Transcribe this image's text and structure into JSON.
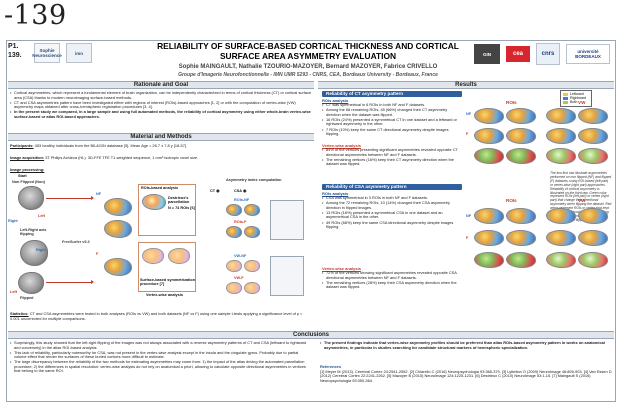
{
  "page_label": "-139",
  "poster_id": [
    "P1.",
    "139."
  ],
  "logos": [
    "Sophie Neuroscience",
    "imn",
    "GIN",
    "cea",
    "cnrs",
    "université BORDEAUX"
  ],
  "header": {
    "title": "RELIABILITY OF SURFACE-BASED CORTICAL THICKNESS AND CORTICAL SURFACE AREA ASYMMETRY EVALUATION",
    "authors": "Sophie MAINGAULT, Nathalie TZOURIO-MAZOYER, Bernard MAZOYER, Fabrice CRIVELLO",
    "affiliation": "Groupe d'Imagerie Neurofonctionnelle - IMN UMR 5293 - CNRS, CEA, Bordeaux University - Bordeaux, France"
  },
  "sections": {
    "rationale": "Rationale and Goal",
    "methods": "Material and Methods",
    "results": "Results",
    "conclusions": "Conclusions"
  },
  "rationale_bullets": [
    "Cortical asymmetries, which represent a fundamental element of brain organization, can be independently characterized in terms of cortical thickness (CT) or cortical surface area (CSA) thanks to modern neuroimaging surface-based methods.",
    "CT and CSA asymmetries pattern have been investigated either with regions of interest (ROIs)-based approaches [1, 2] or with the computation of vertex-wise (VW) asymmetry maps obtained after cross-hemispheric registration procedures [3, 4].",
    "In the present study we compared, in a large sample and using full automated methods, the reliability of cortical asymmetry using either whole-brain vertex-wise surface-based or atlas ROI-based approaches."
  ],
  "methods": {
    "participants_label": "Participants:",
    "participants": "453 healthy individuals from the BIL&GIN database [5]. Mean Age = 26.7 ± 7.8 y [18-57].",
    "acquisition_label": "Image acquisition:",
    "acquisition": "3T Philips Achieva (HL). 3D-FFE TFE T1-weighted sequence, 1 mm³ isotropic voxel size.",
    "processing_label": "Image processing:",
    "statistics_label": "Statistics:",
    "statistics": "CT and CSA asymmetries were tested in both analyses (ROIs vs VW) and both datasets (NF vs F) using one sample t-tests applying a significance level of p < 0.001 uncorrected for multiple comparisons."
  },
  "figure": {
    "start": "Start",
    "non_flipped": "Non Flipped (Non)",
    "flipped": "Flipped",
    "left": "Left",
    "right": "Right",
    "lr_flip": "Left-Right axis flipping",
    "freesurfer": "FreeSurfer v5.3",
    "rois_analysis": "ROIs-based analysis",
    "destrieux": "Destrieux's parcellation",
    "n_rois": "N = 74 ROIs [6]",
    "sym_proc": "Surface-based symmetrization procedure [7]",
    "vw_analysis": "Vertex-wise analysis",
    "asym_title": "Asymmetry index computation",
    "ct": "CT",
    "csa": "CSA",
    "rois_nf": "ROIs-NF",
    "rois_f": "ROIs-F",
    "vw_nf": "VW-NF",
    "vw_f": "VW-F",
    "nf": "NF",
    "f": "F"
  },
  "results": {
    "ct_head": "Reliability of CT asymmetry pattern",
    "ct_rois_label": "ROIs analysis",
    "ct_rois": [
      "CT was symmetrical in 6 ROIs in both NF and F datasets.",
      "Among the 68 remaining ROIs, 45 (66%) changed their CT asymmetry direction when the dataset was flipped.",
      "16 ROIs (24%) presented a symmetrical CT in one dataset and a leftward or rightward asymmetry in the other.",
      "7 ROIs (10%) keep the same CT directional asymmetry despite images flipping."
    ],
    "ct_vw_label": "Vertex-wise analysis",
    "ct_vw": [
      "84% of the vertices presenting significant asymmetries revealed opposite CT directional asymmetries between NF and F datasets.",
      "The remaining vertices (16%) keep their CT asymmetry direction when the dataset was flipped."
    ],
    "csa_head": "Reliability of CSA asymmetry pattern",
    "csa_rois_label": "ROIs analysis",
    "csa_rois": [
      "CSA was symmetrical in 3 ROIs in both NF and F datasets.",
      "Among the 72 remaining ROIs, 10 (14%) changed their CSA asymmetry direction in flipped images.",
      "13 ROIs (18%) presented a symmetrical CSA in one dataset and an asymmetrical CSA in the other.",
      "49 ROIs (68%) keep the same CSA directional asymmetry despite images flipping."
    ],
    "csa_vw_label": "Vertex-wise analysis",
    "csa_vw": [
      "72% of the vertices showing significant asymmetries revealed opposite CSA directional asymmetries between NF and F datasets.",
      "The remaining vertices (28%) keep their CSA asymmetry direction when the dataset was flipped."
    ],
    "col_rois": "ROIs",
    "col_vw": "VW",
    "legend": [
      "Leftward",
      "Rightward",
      "Both"
    ],
    "caption": "The two first raw illustrate asymmetries performed on non flipped (NF) and flipped (F) datasets, using ROI-based (left part) or vertex-wise (right part) approaches. Reliability of cortical asymmetry is illustrated on the third raw. Green color represent ROIs (left part) or vertex (right part) that change their directional asymmetry when flipping the dataset. Red areas represent ROIs or vertex that kept the same directional asymmetry, leaving an existing asymmetry or reverse asymmetry when flipping the dataset."
  },
  "conclusions_left": [
    "Surprisingly, this study showed that the left-right flipping of the images was not always associated with a reverse asymmetry patterns of CT and CSA (leftward to rightward and conversely) in the atlas ROI-based analysis.",
    "This lack of reliability, particularly noteworthy for CSA, was not present in the vertex-wise analysis except in the insula and the cingulate gyrus. Probably due to partial volume effect that render the surfaces of these buried cortices more difficult to estimate.",
    "The large discrepancy between the reliability of the two methods for estimating asymmetries may come from: 1) the impact of the atlas driving the automated parcellation procedure; 2) the differences in spatial resolution: vertex-wise analysis do not rely on anatomical a priori, allowing to calculate opposite directional asymmetries in vertices that belong to the same ROI."
  ],
  "conclusions_right": "The present findings indicate that vertex-wise asymmetry profiles should be preferred than atlas ROIs-based asymmetry pattern in works on anatomical asymmetries, in particular in studies searching for candidate structural markers of hemispheric specialization.",
  "references_label": "References",
  "references": "[1] Meyer M (2013). Cerebral Cortex 24:2541-2552. [2] Chiarello C (2016) Neuropsychologia 93:365-379. [3] Lyttelton O (2009) NeuroImage 46:895-903. [4] Van Essen D (2012) Cerebral Cortex 22:2241-2262. [5] Mazoyer B (2015) NeuroImage 124:1225-1231. [6] Destrieux C (2010) NeuroImage 53:1-15. [7] Maingault S (2016) Neuropsychologia 93:350-364."
}
